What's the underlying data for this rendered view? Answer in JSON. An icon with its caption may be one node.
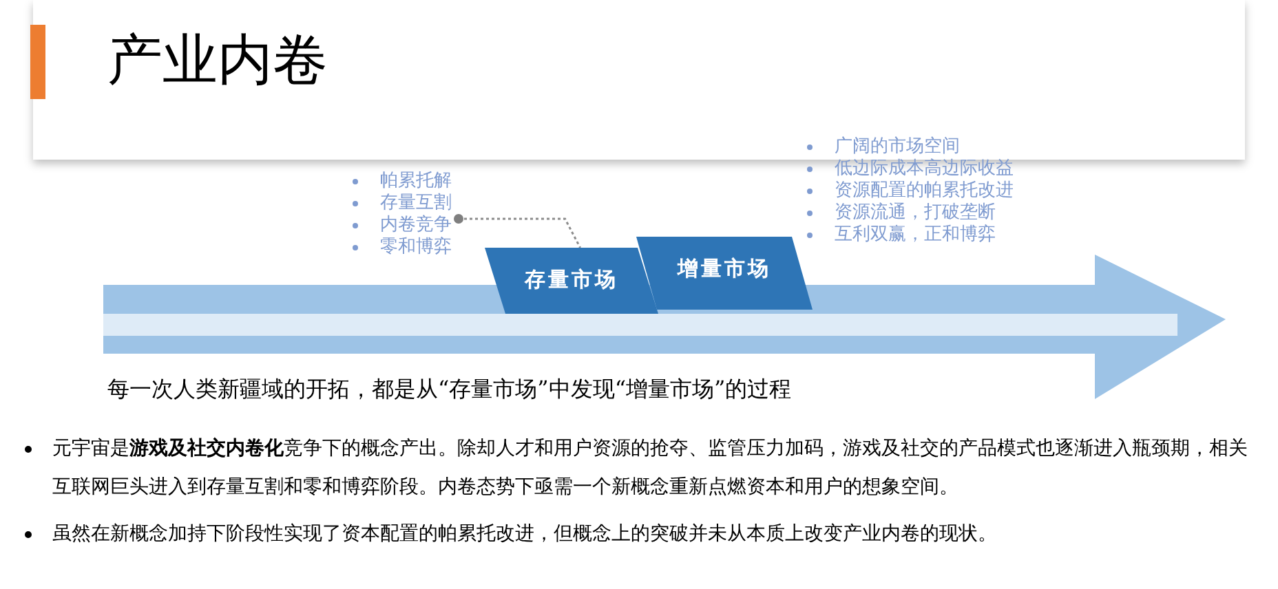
{
  "diagram": {
    "title": "产业内卷",
    "caption": "每一次人类新疆域的开拓，都是从“存量市场”中发现“增量市场”的过程",
    "nodes": [
      {
        "text": [
          "帕累托解",
          "存量互割",
          "内卷竞争",
          "零和博弈"
        ]
      },
      {
        "text": [
          "存量市场"
        ]
      },
      {
        "text": [
          "增量市场"
        ]
      },
      {
        "text": [
          "广阔的市场空间",
          "低边际成本高边际收益",
          "资源配置的帕累托改进",
          "资源流通，打破垄断",
          "互利双赢，正和博弈"
        ]
      }
    ],
    "edges": [
      {
        "from": 0,
        "to": 1,
        "arrow": "other",
        "style": "dashed"
      }
    ],
    "labels": [
      "元宇宙是**游戏及社交内卷化**竞争下的概念产出。除却人才和用户资源的抢夺、监管压力加码，游戏及社交的产品模式也逐渐进入瓶颈期，相关互联网巨头进入到存量互割和零和博弈阶段。内卷态势下亟需一个新概念重新点燃资本和用户的想象空间。",
      "虽然在新概念加持下阶段性实现了资本配置的帕累托改进，但概念上的突破并未从本质上改变产业内卷的现状。"
    ]
  }
}
